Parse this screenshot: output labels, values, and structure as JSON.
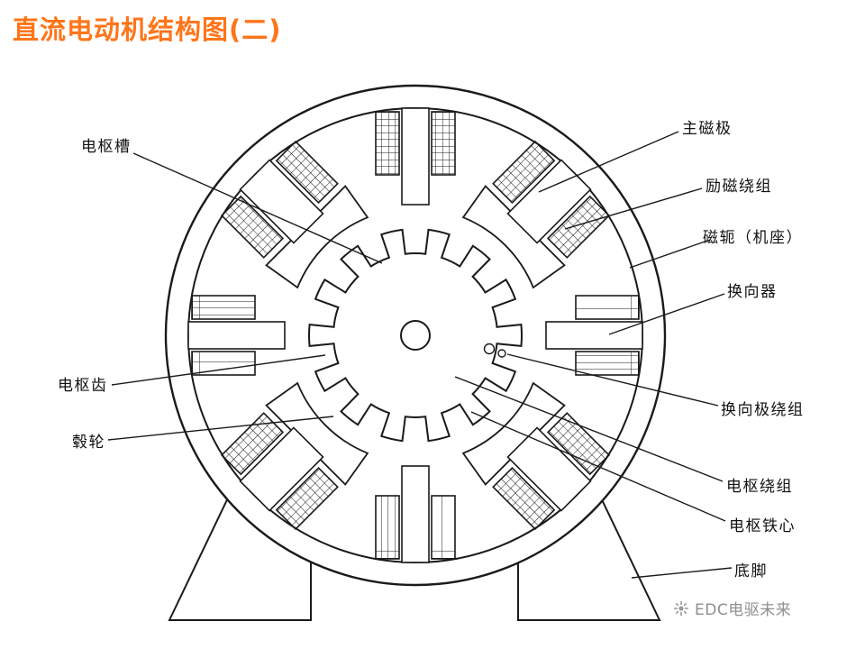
{
  "slide": {
    "title": "直流电动机结构图(二)",
    "title_color": "#ff7519",
    "background": "#ffffff"
  },
  "diagram": {
    "type": "dc-motor-cross-section",
    "line_color": "#1a1a1a",
    "parts": {
      "armature_slot": "电枢槽",
      "armature_tooth": "电枢齿",
      "hub": "毂轮",
      "main_pole": "主磁极",
      "field_winding": "励磁绕组",
      "yoke_frame": "磁轭（机座）",
      "commutator": "换向器",
      "commutating_pole_winding": "换向极绕组",
      "armature_winding": "电枢绕组",
      "armature_core": "电枢铁心",
      "base_foot": "底脚"
    }
  },
  "watermark": {
    "text": "EDC电驱未来",
    "color": "#8f8f8f"
  }
}
